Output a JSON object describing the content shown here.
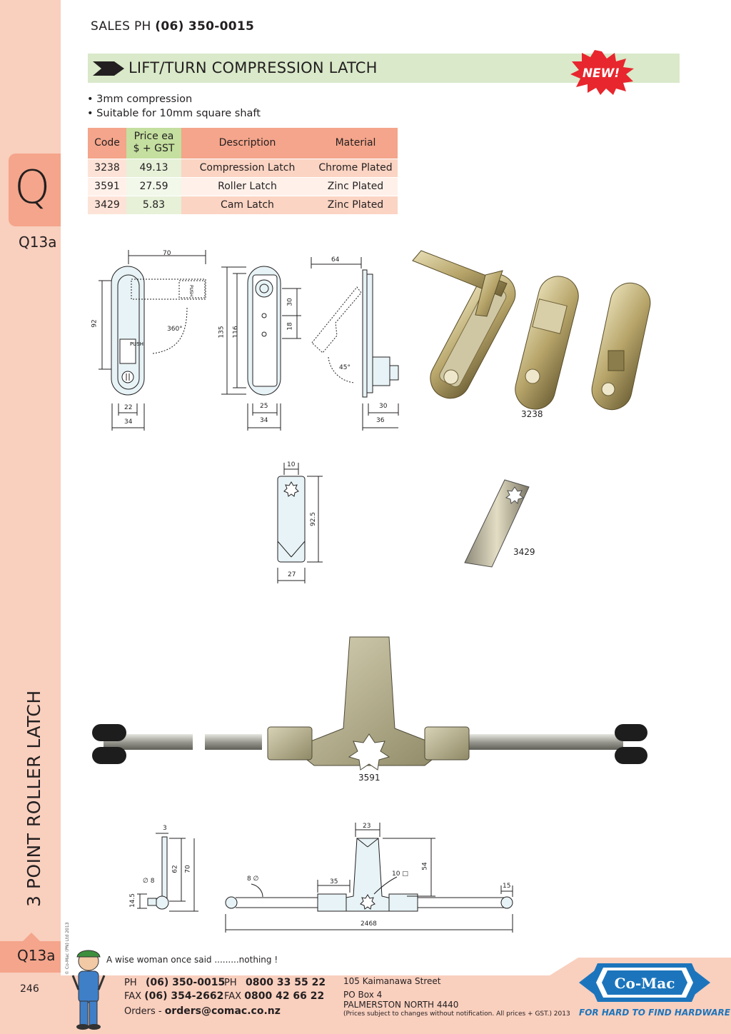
{
  "header": {
    "sales_prefix": "SALES  PH",
    "sales_phone": "(06) 350-0015"
  },
  "banner": {
    "title": "LIFT/TURN COMPRESSION LATCH",
    "badge": "NEW!"
  },
  "bullets": [
    "3mm compression",
    "Suitable for 10mm square shaft"
  ],
  "table": {
    "headers": {
      "code": "Code",
      "price_line1": "Price ea",
      "price_line2": "$ + GST",
      "description": "Description",
      "material": "Material"
    },
    "rows": [
      {
        "code": "3238",
        "price": "49.13",
        "description": "Compression Latch",
        "material": "Chrome Plated"
      },
      {
        "code": "3591",
        "price": "27.59",
        "description": "Roller Latch",
        "material": "Zinc Plated"
      },
      {
        "code": "3429",
        "price": "5.83",
        "description": "Cam Latch",
        "material": "Zinc Plated"
      }
    ]
  },
  "sidebar": {
    "section_letter": "Q",
    "section_code": "Q13a",
    "vertical_title": "3 POINT ROLLER LATCH",
    "copyright": "© Co-Mac (PN) Ltd 2013",
    "page_number": "246"
  },
  "drawing1": {
    "dims": {
      "d70": "70",
      "d92": "92",
      "d360": "360°",
      "d22": "22",
      "d34a": "34",
      "d135": "135",
      "d116": "116",
      "d25": "25",
      "d34b": "34",
      "d30a": "30",
      "d18": "18",
      "d64": "64",
      "d45": "45°",
      "d30b": "30",
      "d36": "36"
    },
    "push_label": "PUSH",
    "photo_code": "3238"
  },
  "drawing2": {
    "dims": {
      "d10": "10",
      "d92_5": "92.5",
      "d27": "27"
    },
    "photo_code": "3429"
  },
  "roller_photo_code": "3591",
  "drawing3": {
    "dims": {
      "d3": "3",
      "d62": "62",
      "d70": "70",
      "d_dia8": "∅ 8",
      "d14_5": "14.5",
      "d8dia": "8 ∅",
      "d23": "23",
      "d54": "54",
      "d35": "35",
      "d10sq": "10 □",
      "d15": "15",
      "d2468": "2468"
    }
  },
  "footer": {
    "quote": "A wise woman once said .........nothing !",
    "ph_label": "PH",
    "ph_value": "(06) 350-0015",
    "fax_label": "FAX",
    "fax_value": "(06) 354-2662",
    "ph2_label": "PH",
    "ph2_value": "0800 33 55 22",
    "fax2_label": "FAX",
    "fax2_value": "0800 42 66 22",
    "orders_label": "Orders -",
    "orders_email": "orders@comac.co.nz",
    "address_line1": "105 Kaimanawa Street",
    "address_line2": "PO Box 4",
    "address_line3": "PALMERSTON NORTH 4440",
    "disclaimer": "(Prices subject to changes without notification.  All prices + GST.)  2013",
    "logo_text": "Co-Mac",
    "slogan": "FOR HARD TO FIND HARDWARE"
  },
  "colors": {
    "salmon_light": "#f9cfbe",
    "salmon": "#f4a58b",
    "green_banner": "#d9e9c9",
    "green_head": "#c4df9f",
    "badge_red": "#e8262d",
    "logo_blue": "#1c75bc"
  }
}
